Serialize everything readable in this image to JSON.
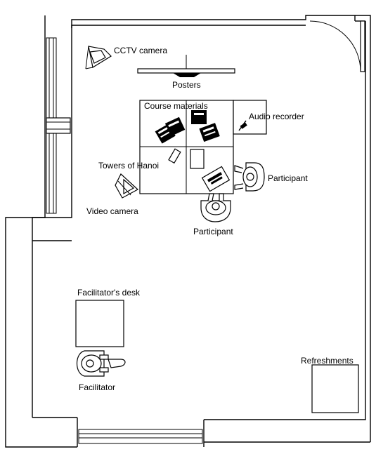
{
  "labels": {
    "cctv_camera": "CCTV camera",
    "posters": "Posters",
    "course_materials": "Course materials",
    "audio_recorder": "Audio recorder",
    "towers_of_hanoi": "Towers of Hanoi",
    "participant_right": "Participant",
    "participant_bottom": "Participant",
    "video_camera": "Video camera",
    "facilitators_desk": "Facilitator's desk",
    "facilitator": "Facilitator",
    "refreshments": "Refreshments"
  }
}
